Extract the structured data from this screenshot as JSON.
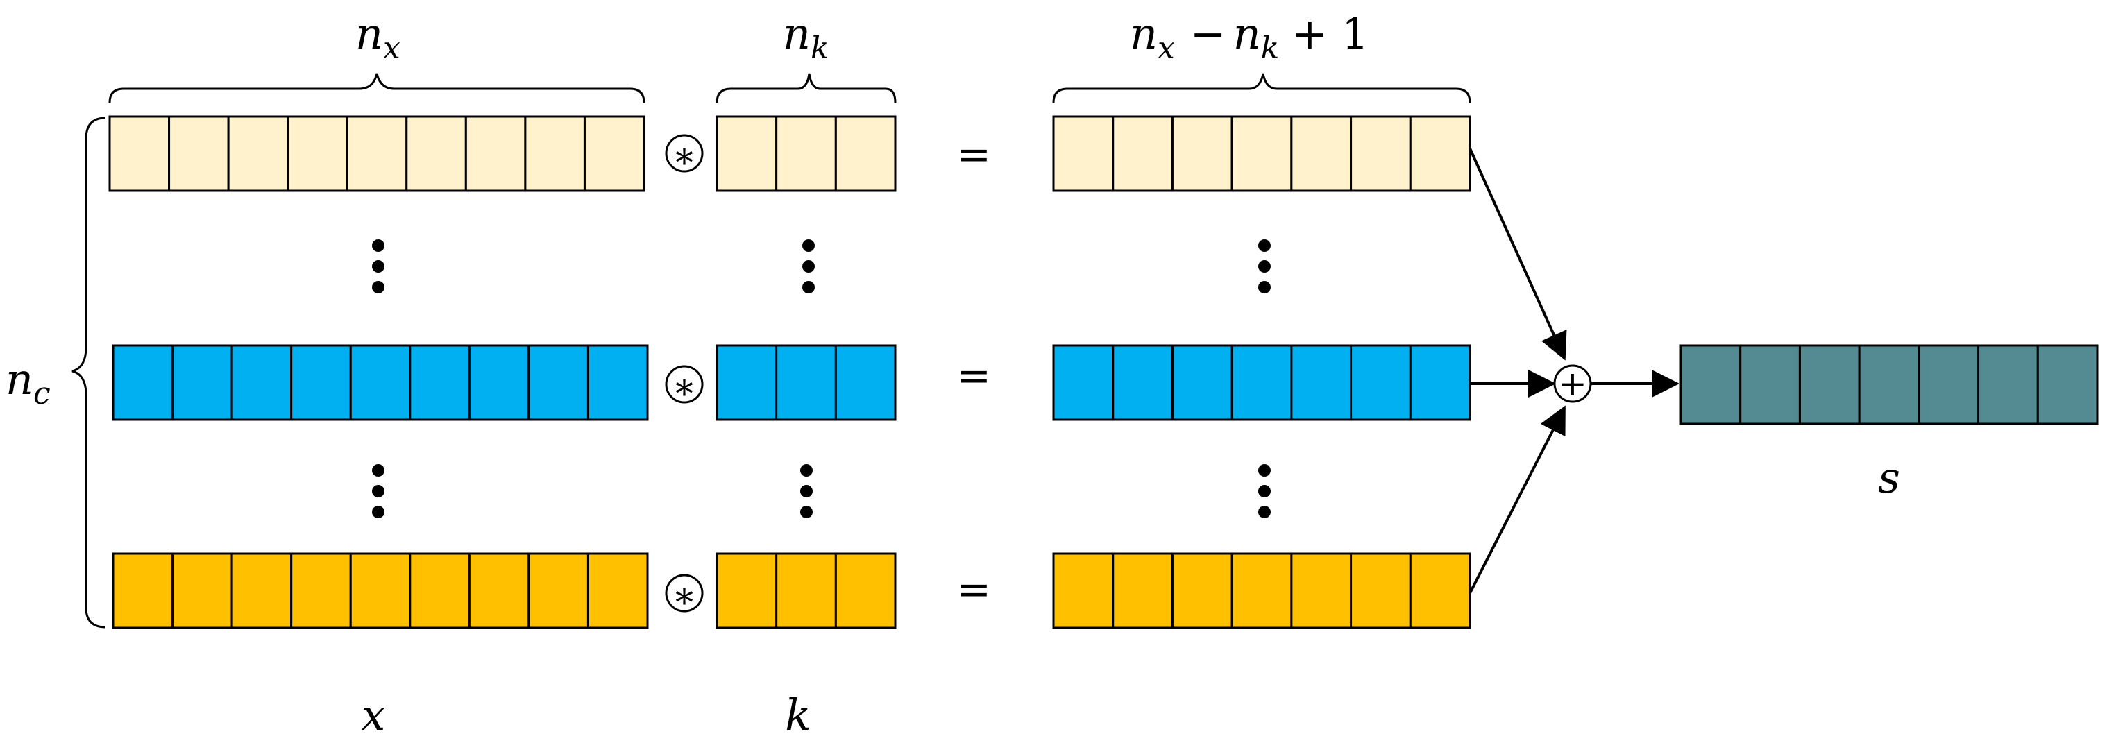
{
  "labels": {
    "nx": {
      "base": "n",
      "sub": "x"
    },
    "nk": {
      "base": "n",
      "sub": "k"
    },
    "out": {
      "a": "n",
      "a_sub": "x",
      "minus": "−",
      "b": "n",
      "b_sub": "k",
      "tail": "+ 1"
    },
    "nc": {
      "base": "n",
      "sub": "c"
    },
    "x": "x",
    "k": "k",
    "s": "s"
  },
  "operators": {
    "conv": "∗",
    "equals": "=",
    "plus": "+"
  },
  "rows": [
    {
      "name": "row-first",
      "color": "#fff2cc",
      "input_cells": 9,
      "kernel_cells": 3,
      "output_cells": 7
    },
    {
      "name": "row-middle",
      "color": "#00b0f0",
      "input_cells": 9,
      "kernel_cells": 3,
      "output_cells": 7
    },
    {
      "name": "row-last",
      "color": "#ffc000",
      "input_cells": 9,
      "kernel_cells": 3,
      "output_cells": 7
    }
  ],
  "result": {
    "color": "#548b93",
    "cells": 7
  },
  "stroke_color": "#000000"
}
